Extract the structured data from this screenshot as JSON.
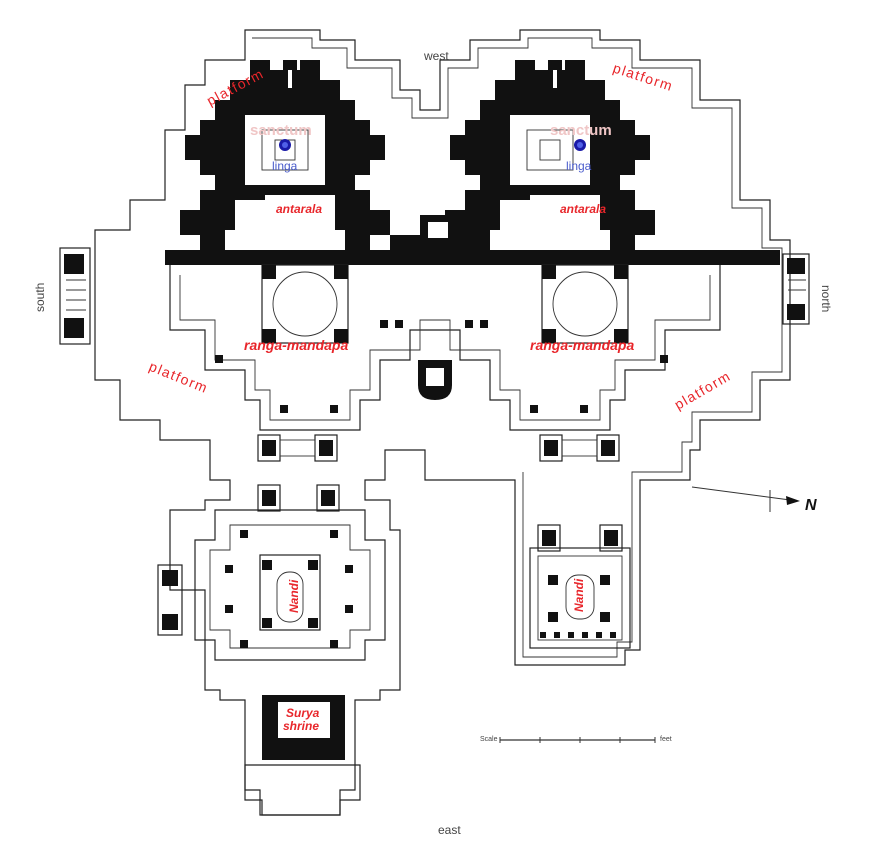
{
  "title": "",
  "directions": {
    "west": "west",
    "east": "east",
    "south": "south",
    "north": "north",
    "north_arrow": "N"
  },
  "labels": {
    "platform_nw": "platform",
    "platform_ne": "platform",
    "platform_sw": "platform",
    "platform_se": "platform",
    "sanctum_left": "sanctum",
    "sanctum_right": "sanctum",
    "linga_left": "linga",
    "linga_right": "linga",
    "antarala_left": "antarala",
    "antarala_right": "antarala",
    "mandapa_left": "ranga-mandapa",
    "mandapa_right": "ranga-mandapa",
    "nandi_left": "Nandi",
    "nandi_right": "Nandi",
    "surya_line1": "Surya",
    "surya_line2": "shrine",
    "scale_label": "Scale",
    "scale_end": "feet"
  },
  "colors": {
    "label_red": "#e8262b",
    "linga_blue": "#4a5ccc",
    "sanctum_pink": "#f0c6c6",
    "wall_black": "#111111",
    "linga_dot": "#1a1aa8"
  }
}
